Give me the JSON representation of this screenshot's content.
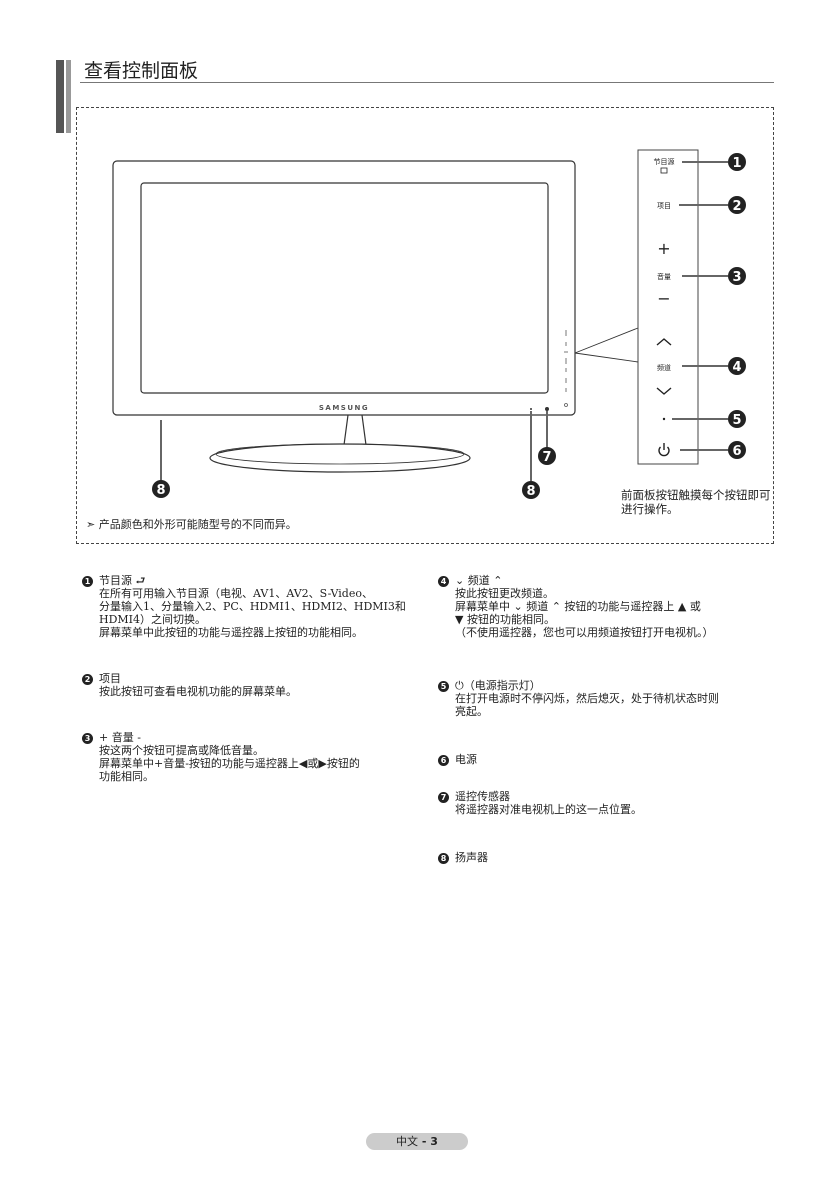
{
  "header": {
    "title": "查看控制面板"
  },
  "diagram": {
    "brand": "SAMSUNG",
    "panel_labels": {
      "source": "节目源",
      "menu": "项目",
      "plus": "+",
      "volume": "音量",
      "minus": "−",
      "channel": "频道"
    },
    "callouts": [
      "1",
      "2",
      "3",
      "4",
      "5",
      "6",
      "7",
      "8",
      "8"
    ],
    "note": "➣ 产品颜色和外形可能随型号的不同而异。",
    "panel_note": "前面板按钮触摸每个按钮即可进行操作。"
  },
  "items_left": [
    {
      "num": "1",
      "title": "节目源 ⮐",
      "lines": [
        "在所有可用输入节目源（电视、AV1、AV2、S-Video、",
        "分量输入1、分量输入2、PC、HDMI1、HDMI2、HDMI3和",
        "HDMI4）之间切换。",
        "屏幕菜单中此按钮的功能与遥控器上按钮的功能相同。"
      ]
    },
    {
      "num": "2",
      "title": "项目",
      "lines": [
        "按此按钮可查看电视机功能的屏幕菜单。"
      ]
    },
    {
      "num": "3",
      "title": "+ 音量 -",
      "lines": [
        "按这两个按钮可提高或降低音量。",
        "屏幕菜单中+音量-按钮的功能与遥控器上◀或▶按钮的",
        "功能相同。"
      ]
    }
  ],
  "items_right": [
    {
      "num": "4",
      "title": "⌄ 频道 ⌃",
      "lines": [
        "按此按钮更改频道。",
        "屏幕菜单中 ⌄ 频道 ⌃ 按钮的功能与遥控器上 ▲ 或",
        "▼ 按钮的功能相同。",
        "（不使用遥控器，您也可以用频道按钮打开电视机。）"
      ]
    },
    {
      "num": "5",
      "title": "⏻（电源指示灯）",
      "lines": [
        "在打开电源时不停闪烁，然后熄灭，处于待机状态时则",
        "亮起。"
      ]
    },
    {
      "num": "6",
      "title": "电源",
      "lines": []
    },
    {
      "num": "7",
      "title": "遥控传感器",
      "lines": [
        "将遥控器对准电视机上的这一点位置。"
      ]
    },
    {
      "num": "8",
      "title": "扬声器",
      "lines": []
    }
  ],
  "footer": {
    "lang": "中文",
    "sep": " - ",
    "page": "3"
  }
}
